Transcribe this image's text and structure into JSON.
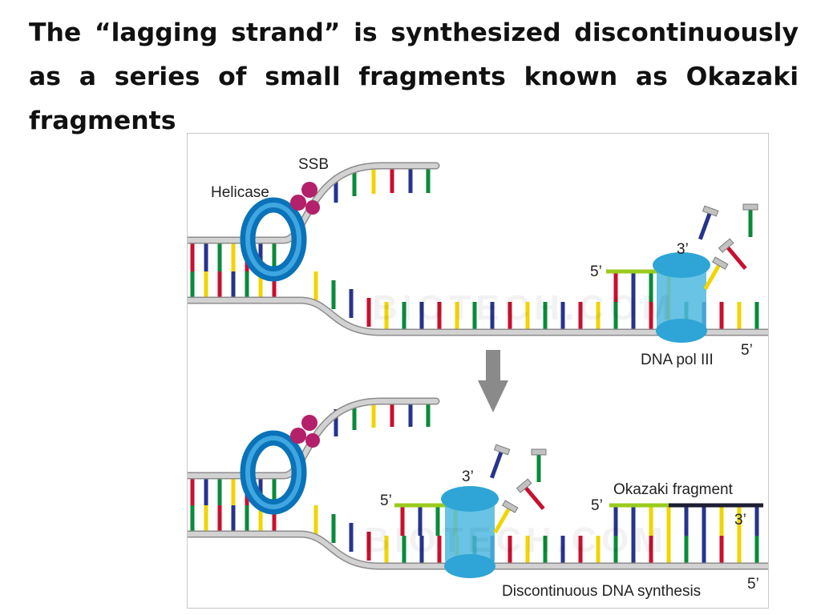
{
  "slide": {
    "title": "The “lagging strand” is synthesized discontinuously as a series of small fragments known as Okazaki fragments"
  },
  "diagram": {
    "labels": {
      "helicase": "Helicase",
      "ssb": "SSB",
      "dna_pol": "DNA pol III",
      "okazaki": "Okazaki fragment",
      "caption": "Discontinuous DNA synthesis",
      "five_prime": "5’",
      "three_prime": "3’"
    },
    "watermark": "BIOTECH.COM",
    "colors": {
      "base_red": "#c8102e",
      "base_blue": "#27348b",
      "base_green": "#0a8a3a",
      "base_yellow": "#f0d500",
      "backbone": "#d2d2d2",
      "backbone_edge": "#8c8c8c",
      "helicase": "#0a72b8",
      "ssb": "#b2216a",
      "polymerase": "#4fb8df",
      "primer": "#9acb1e",
      "new_strand": "#1d1d33",
      "arrow": "#8a8a8a"
    }
  }
}
